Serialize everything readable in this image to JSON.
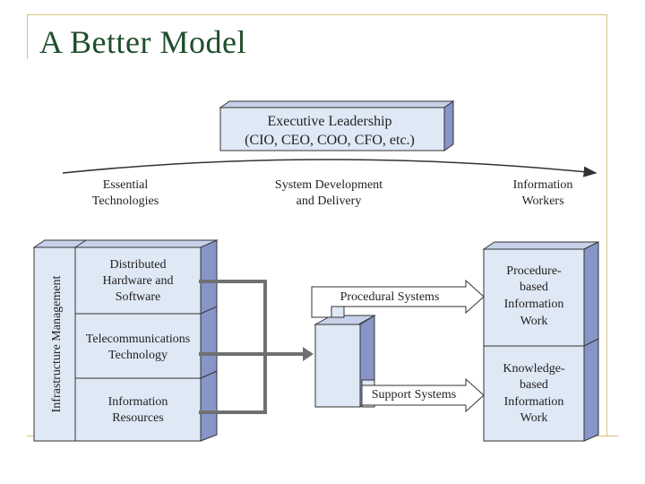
{
  "slide": {
    "title": "A Better Model"
  },
  "diagram": {
    "executive": {
      "line1": "Executive Leadership",
      "line2": "(CIO, CEO, COO, CFO, etc.)"
    },
    "spectrum": {
      "left": [
        "Essential",
        "Technologies"
      ],
      "center": [
        "System Development",
        "and Delivery"
      ],
      "right": [
        "Information",
        "Workers"
      ]
    },
    "infrastructure": {
      "side_label": "Infrastructure Management",
      "blocks": [
        [
          "Distributed",
          "Hardware and",
          "Software"
        ],
        [
          "Telecommunications",
          "Technology"
        ],
        [
          "Information",
          "Resources"
        ]
      ]
    },
    "systems": {
      "procedural": "Procedural Systems",
      "support": "Support Systems"
    },
    "work": {
      "upper": [
        "Procedure-",
        "based",
        "Information",
        "Work"
      ],
      "lower": [
        "Knowledge-",
        "based",
        "Information",
        "Work"
      ]
    }
  },
  "colors": {
    "title": "#1f4e2c",
    "frame": "#d4c27a",
    "box_fill": "#dfe8f5",
    "box_side": "#8795c8",
    "box_top": "#c7d1ea",
    "connector": "#707070"
  }
}
